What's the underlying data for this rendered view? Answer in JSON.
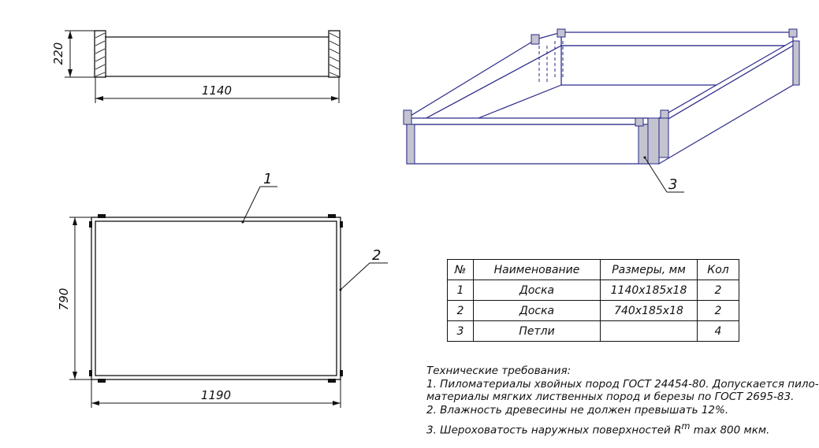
{
  "dimensions": {
    "front_height": "220",
    "front_width": "1140",
    "plan_height": "790",
    "plan_width": "1190"
  },
  "callouts": {
    "board_1": "1",
    "board_2": "2",
    "hinge_3": "3"
  },
  "table": {
    "headers": [
      "№",
      "Наименование",
      "Размеры, мм",
      "Кол"
    ],
    "rows": [
      [
        "1",
        "Доска",
        "1140х185х18",
        "2"
      ],
      [
        "2",
        "Доска",
        "740х185х18",
        "2"
      ],
      [
        "3",
        "Петли",
        "",
        "4"
      ]
    ]
  },
  "notes": {
    "title": "Технические требования:",
    "line1": "1. Пиломатериалы хвойных пород ГОСТ 24454-80. Допускается пило-",
    "line2": "материалы мягких лиственных пород и березы по ГОСТ 2695-83.",
    "line3": "2. Влажность древесины не должен превышать 12%.",
    "line4_prefix": "3. Шероховатость наружных поверхностей R",
    "line4_sup": "m",
    "line4_suffix": " max 800 мкм."
  }
}
